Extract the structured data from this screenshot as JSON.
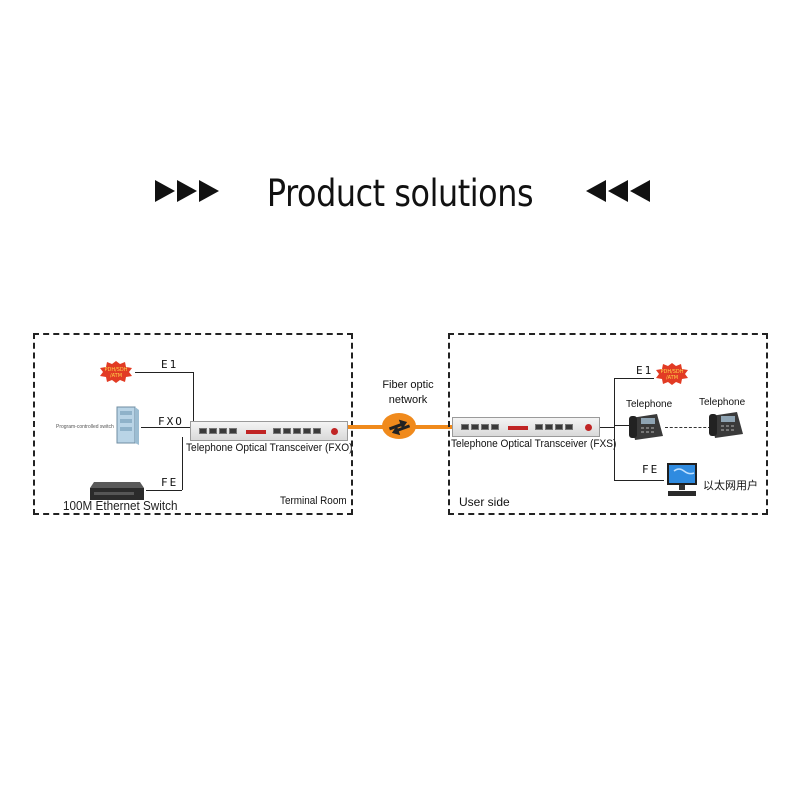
{
  "title": "Product solutions",
  "left_room": {
    "label": "Terminal Room",
    "badge": "PDH/SDH /ATM",
    "e1_label": "E1",
    "fxo_label": "FXO",
    "fe_label": "FE",
    "switch_label": "Program-controlled switch",
    "ethernet_label": "100M Ethernet Switch",
    "device_label": "Telephone Optical Transceiver (FXO)"
  },
  "fiber": {
    "label_line1": "Fiber optic",
    "label_line2": "network",
    "color": "#f08a1c"
  },
  "right_room": {
    "label": "User side",
    "badge": "PDH/SDH /ATM",
    "e1_label": "E1",
    "fe_label": "FE",
    "telephone1": "Telephone",
    "telephone2": "Telephone",
    "ethernet_user": "以太网用户",
    "device_label": "Telephone Optical Transceiver (FXS)"
  },
  "colors": {
    "badge_red": "#e23b24",
    "badge_yellow": "#ffd44a"
  }
}
